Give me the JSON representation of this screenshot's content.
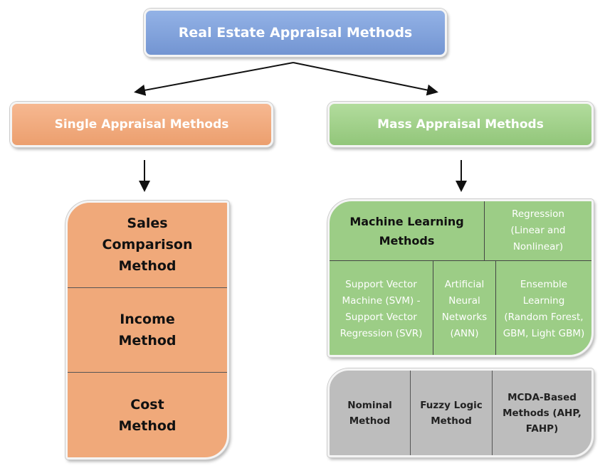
{
  "title": "Real Estate Appraisal Methods",
  "single": {
    "label": "Single Appraisal Methods",
    "items": [
      "Sales Comparison Method",
      "Income Method",
      "Cost Method"
    ]
  },
  "mass": {
    "label": "Mass Appraisal Methods",
    "ml": {
      "header": "Machine Learning Methods",
      "regression": "Regression (Linear and Nonlinear)",
      "svm": "Support Vector Machine (SVM) - Support Vector Regression (SVR)",
      "ann": "Artificial Neural Networks (ANN)",
      "ensemble": "Ensemble Learning (Random Forest, GBM, Light GBM)"
    },
    "other": [
      "Nominal Method",
      "Fuzzy Logic Method",
      "MCDA-Based Methods (AHP, FAHP)"
    ]
  }
}
